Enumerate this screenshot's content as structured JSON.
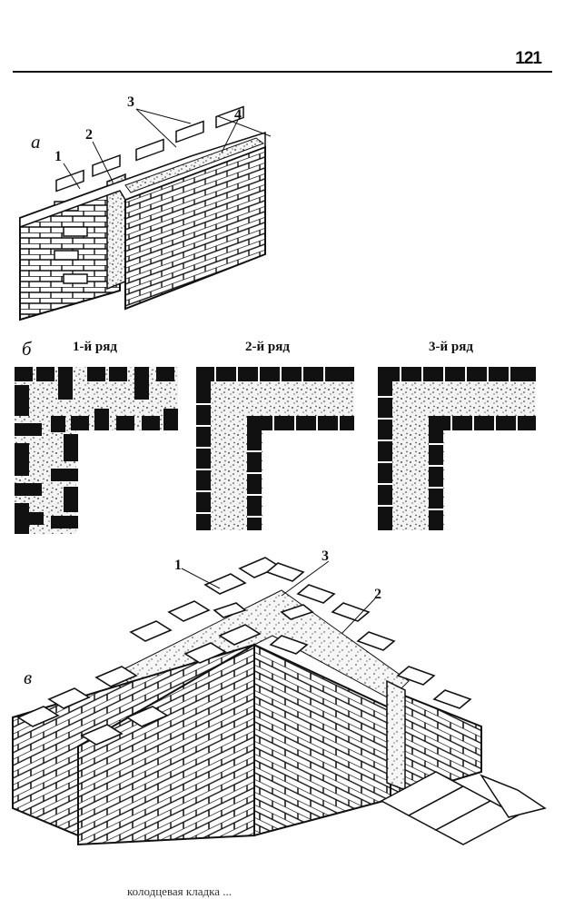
{
  "page": {
    "number": "121"
  },
  "figure_a": {
    "letter": "а",
    "callouts": [
      "1",
      "2",
      "3",
      "4"
    ]
  },
  "figure_b": {
    "letter": "б",
    "rows": [
      "1-й ряд",
      "2-й ряд",
      "3-й ряд"
    ]
  },
  "figure_c": {
    "letter": "в",
    "callouts": [
      "1",
      "2",
      "3"
    ]
  },
  "caption": {
    "text": "колодцевая кладка ... "
  }
}
